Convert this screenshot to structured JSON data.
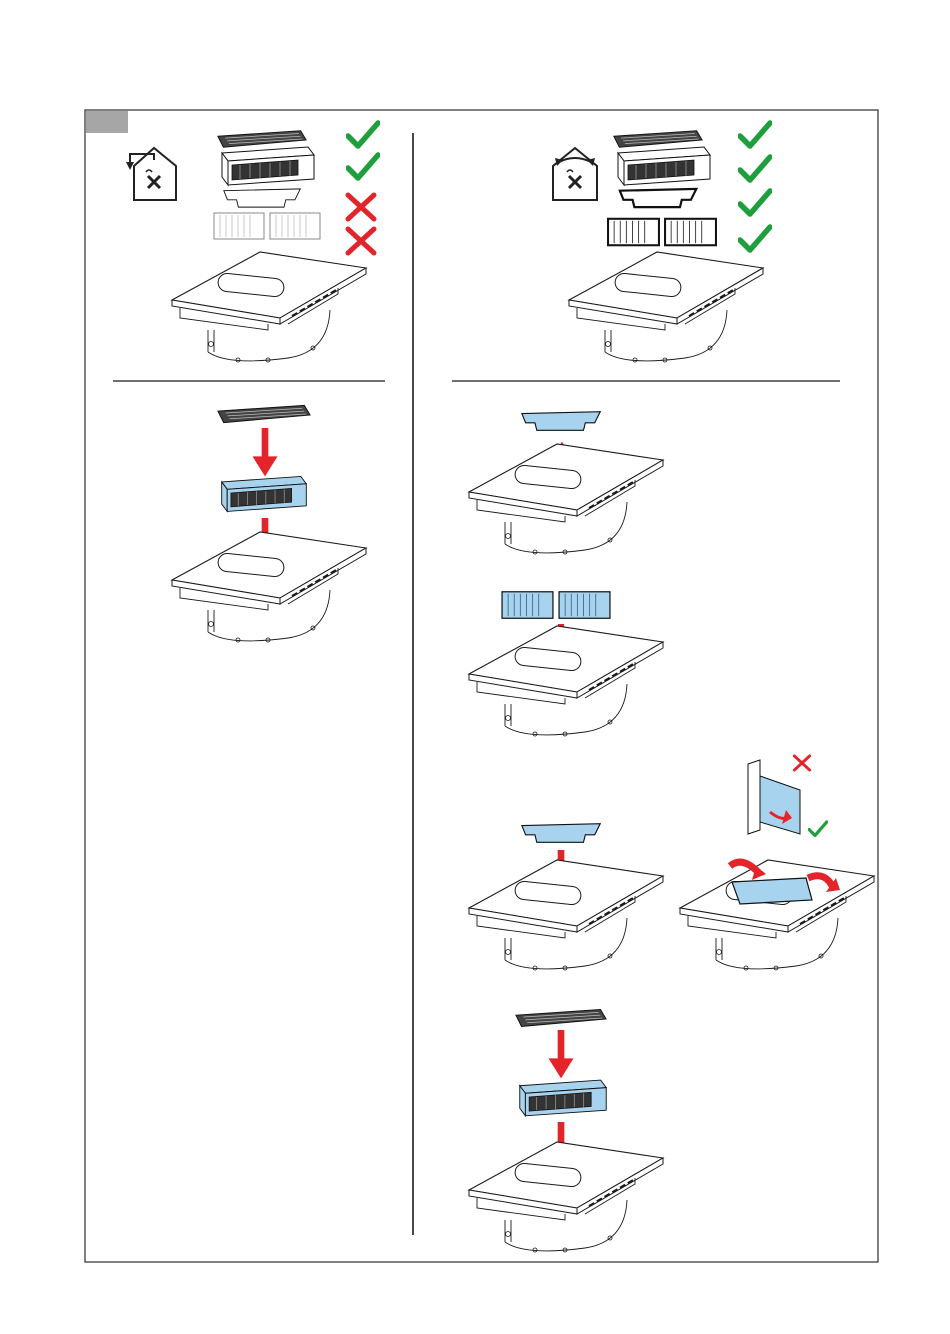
{
  "colors": {
    "frame": "#2b2b2b",
    "step_badge": "#a6a6a6",
    "check": "#1e9e3c",
    "cross": "#e3242b",
    "arrow": "#e3242b",
    "part_fill": "#a7d3ee",
    "part_outline": "#1a1a1a"
  },
  "icons": {
    "recirculation": "recirculation-house-icon",
    "exhaust": "exhaust-house-icon",
    "check": "check-icon",
    "cross": "cross-icon",
    "arrow_down": "arrow-down-icon",
    "arrow_up": "arrow-up-icon",
    "rotate_arrow": "rotate-arrow-icon"
  },
  "left_column": {
    "mode_icon": "exhaust-house-icon",
    "parts_status": [
      "check",
      "check",
      "cross",
      "cross"
    ],
    "steps": [
      {
        "part": "grille",
        "motion": "down"
      },
      {
        "part": "grease-filter",
        "motion": "down"
      }
    ]
  },
  "right_column": {
    "mode_icon": "recirculation-house-icon",
    "parts_status": [
      "check",
      "check",
      "check",
      "check"
    ],
    "steps": [
      {
        "part": "filter-frame",
        "motion": "up"
      },
      {
        "part": "odour-filters",
        "motion": "down"
      },
      {
        "part": "filter-frame",
        "motion": "down",
        "detail": [
          "cross",
          "check"
        ]
      },
      {
        "part": "grille",
        "motion": "down"
      },
      {
        "part": "grease-filter",
        "motion": "down"
      }
    ]
  }
}
